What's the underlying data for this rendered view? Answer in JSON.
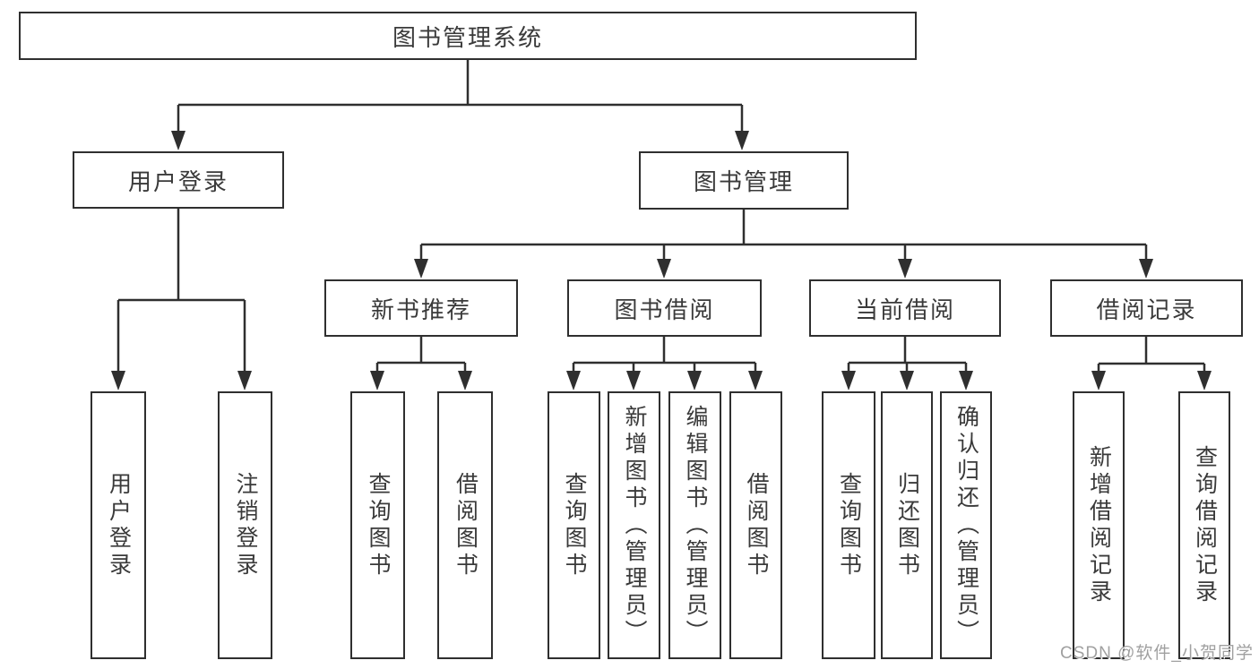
{
  "tree": {
    "root": {
      "label": "图书管理系统"
    },
    "branches": [
      {
        "label": "用户登录",
        "children": [
          {
            "label": "用户登录"
          },
          {
            "label": "注销登录"
          }
        ]
      },
      {
        "label": "图书管理",
        "children": [
          {
            "label": "新书推荐",
            "children": [
              {
                "label": "查询图书"
              },
              {
                "label": "借阅图书"
              }
            ]
          },
          {
            "label": "图书借阅",
            "children": [
              {
                "label": "查询图书"
              },
              {
                "label": "新增图书（管理员）"
              },
              {
                "label": "编辑图书（管理员）"
              },
              {
                "label": "借阅图书"
              }
            ]
          },
          {
            "label": "当前借阅",
            "children": [
              {
                "label": "查询图书"
              },
              {
                "label": "归还图书"
              },
              {
                "label": "确认归还（管理员）"
              }
            ]
          },
          {
            "label": "借阅记录",
            "children": [
              {
                "label": "新增借阅记录"
              },
              {
                "label": "查询借阅记录"
              }
            ]
          }
        ]
      }
    ]
  },
  "watermark": {
    "text": "CSDN @软件_小贺同学"
  },
  "colors": {
    "line": "#2f2f2f",
    "border": "#2f2f2f",
    "text": "#3a3a3a",
    "background": "#ffffff",
    "watermark": "#a0a0a0"
  }
}
